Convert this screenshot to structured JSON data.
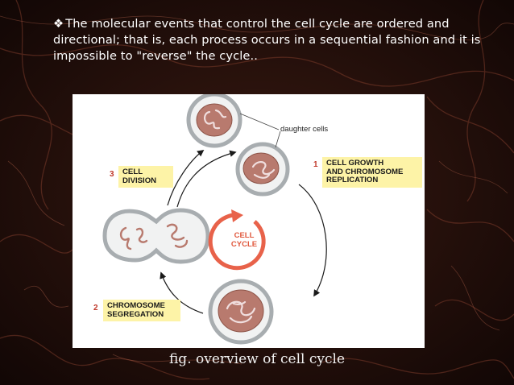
{
  "slide": {
    "bullet_symbol": "❖",
    "text": "The molecular events that control the cell cycle are ordered and directional; that is, each process occurs in a sequential fashion and it is impossible to \"reverse\" the cycle..",
    "caption": "fig. overview of  cell cycle"
  },
  "diagram": {
    "daughter_cells_label": "daughter cells",
    "step1": {
      "number": "1",
      "label_line1": "CELL GROWTH",
      "label_line2": "AND CHROMOSOME",
      "label_line3": "REPLICATION"
    },
    "step2": {
      "number": "2",
      "label_line1": "CHROMOSOME",
      "label_line2": "SEGREGATION"
    },
    "step3": {
      "number": "3",
      "label_line1": "CELL",
      "label_line2": "DIVISION"
    },
    "center_line1": "CELL",
    "center_line2": "CYCLE"
  },
  "colors": {
    "label_fill": "#fdf3a7",
    "step_number": "#c0392b",
    "cycle_arrow": "#e8624a",
    "nucleus": "#b87a6e",
    "cell_outline": "#a8adb0"
  }
}
